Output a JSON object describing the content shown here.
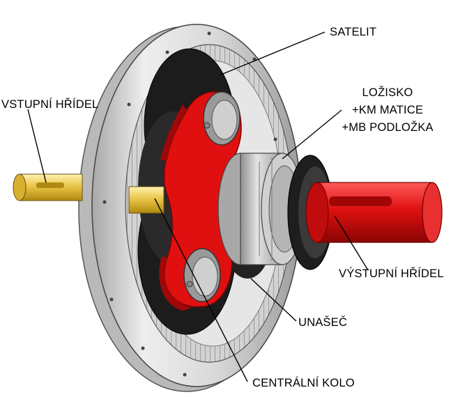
{
  "labels": {
    "satelit": "SATELIT",
    "lozisko_1": "LOŽISKO",
    "lozisko_2": "+KM MATICE",
    "lozisko_3": "+MB PODLOŽKA",
    "vstupni": "VSTUPNÍ HŘÍDEL",
    "vystupni": "VÝSTUPNÍ HŘÍDEL",
    "unasec": "UNAŠEČ",
    "centralni": "CENTRÁLNÍ KOLO"
  },
  "colors": {
    "ring": "#d6d6d6",
    "ring_dark": "#9a9a9a",
    "gear_black": "#1c1c1c",
    "carrier_red": "#e01010",
    "carrier_dark": "#a00808",
    "shaft_yellow": "#e8c84a",
    "bearing_grey": "#c4c4c4"
  }
}
